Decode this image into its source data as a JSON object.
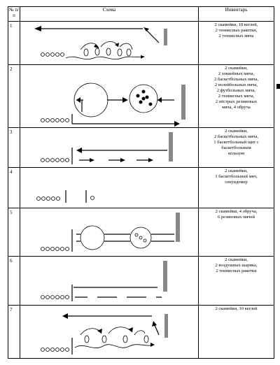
{
  "header": {
    "num": "№ п/п",
    "scheme": "Схема",
    "inventory": "Инвентарь"
  },
  "rows": [
    {
      "num": "1",
      "inventory": [
        "2 скамейки, 10 кеглей,",
        "2 теннисных ракетки,",
        "2 теннисных мяча"
      ]
    },
    {
      "num": "2",
      "inventory": [
        "2 скамейки,",
        "2 хоккейных мяча,",
        "2 баскетбольных мяча,",
        "2 волейбольных мяча,",
        "2 футбольных мяча,",
        "2 теннисных мяча,",
        "2 пёстрых резиновых",
        "мяча, 4 обруча"
      ]
    },
    {
      "num": "3",
      "inventory": [
        "2 скамейки,",
        "2 баскетбольных мяча,",
        "1 баскетбольный щит с",
        "баскетбольным",
        "кольцом"
      ]
    },
    {
      "num": "4",
      "inventory": [
        "2 скамейки,",
        "1 баскетбольный мяч,",
        "секундомер"
      ]
    },
    {
      "num": "5",
      "inventory": [
        "2 скамейки, 4 обруча,",
        "6 резиновых мячей"
      ]
    },
    {
      "num": "6",
      "inventory": [
        "2 скамейки,",
        "2 воздушных шарика,",
        "2 теннисных ракетки"
      ]
    },
    {
      "num": "7",
      "inventory": [
        "2 скамейки, 10 кеглей"
      ]
    }
  ]
}
